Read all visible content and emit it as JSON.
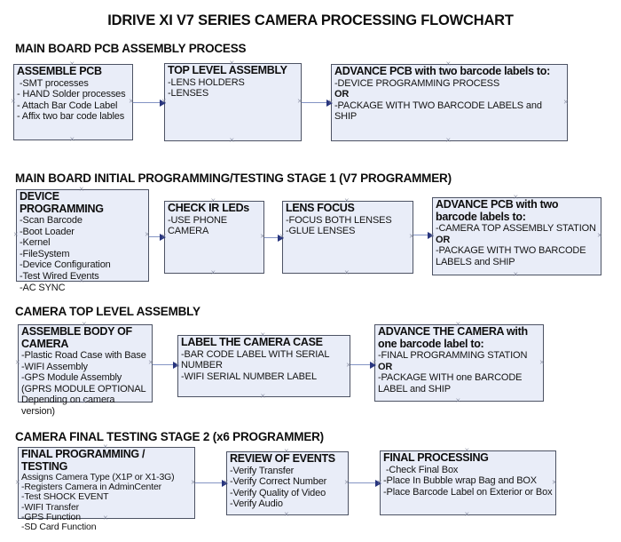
{
  "page": {
    "title": "IDRIVE XI V7 SERIES CAMERA PROCESSING FLOWCHART"
  },
  "colors": {
    "box_fill": "#e9edf8",
    "box_border": "#4d5364",
    "arrow_line": "#8494c4",
    "arrow_head": "#28357e",
    "handle": "#80869a",
    "text": "#111111"
  },
  "sections": [
    {
      "heading": "MAIN BOARD PCB ASSEMBLY PROCESS",
      "boxes": [
        {
          "title": "ASSEMBLE PCB",
          "lines": [
            " -SMT processes",
            "- HAND Solder processes",
            "- Attach Bar Code Label",
            "- Affix two bar code lables"
          ]
        },
        {
          "title": "TOP LEVEL ASSEMBLY",
          "lines": [
            "-LENS HOLDERS",
            "-LENSES"
          ]
        },
        {
          "title": "ADVANCE PCB with two barcode labels to:",
          "lines": [
            "-DEVICE PROGRAMMING PROCESS",
            "OR",
            "-PACKAGE WITH TWO BARCODE LABELS and SHIP"
          ]
        }
      ]
    },
    {
      "heading": "MAIN BOARD INITIAL PROGRAMMING/TESTING STAGE 1 (V7 PROGRAMMER)",
      "boxes": [
        {
          "title": "DEVICE PROGRAMMING",
          "lines": [
            "-Scan Barcode",
            "-Boot Loader",
            "-Kernel",
            "-FileSystem",
            "-Device Configuration",
            "-Test Wired Events",
            "-AC SYNC"
          ]
        },
        {
          "title": "CHECK IR LEDs",
          "lines": [
            "-USE PHONE CAMERA"
          ]
        },
        {
          "title": "LENS FOCUS",
          "lines": [
            "-FOCUS BOTH LENSES",
            "-GLUE LENSES"
          ]
        },
        {
          "title": "ADVANCE PCB with two barcode labels to:",
          "lines": [
            "-CAMERA TOP ASSEMBLY STATION",
            "OR",
            "-PACKAGE WITH TWO BARCODE LABELS and SHIP"
          ]
        }
      ]
    },
    {
      "heading": "CAMERA TOP LEVEL ASSEMBLY",
      "boxes": [
        {
          "title": "ASSEMBLE BODY OF CAMERA",
          "lines": [
            "-Plastic Road Case with Base",
            "-WIFI Assembly",
            "-GPS Module Assembly",
            "(GPRS MODULE OPTIONAL",
            "Depending on camera version)"
          ]
        },
        {
          "title": "LABEL THE CAMERA CASE",
          "lines": [
            "-BAR CODE LABEL WITH SERIAL NUMBER",
            "-WIFI SERIAL NUMBER LABEL"
          ]
        },
        {
          "title": "ADVANCE THE CAMERA with one barcode label to:",
          "lines": [
            "-FINAL PROGRAMMING STATION",
            "OR",
            "-PACKAGE WITH one BARCODE LABEL and SHIP"
          ]
        }
      ]
    },
    {
      "heading": "CAMERA FINAL TESTING STAGE 2 (x6 PROGRAMMER)",
      "boxes": [
        {
          "title": "FINAL PROGRAMMING / TESTING",
          "lines": [
            "Assigns Camera Type (X1P or X1-3G)",
            "-Registers Camera in AdminCenter",
            "-Test SHOCK EVENT",
            "-WIFI Transfer",
            "-GPS Function",
            "-SD Card Function"
          ]
        },
        {
          "title": "REVIEW OF EVENTS",
          "lines": [
            "-Verify Transfer",
            "-Verify Correct Number",
            "-Verify Quality of Video",
            "-Verify Audio"
          ]
        },
        {
          "title": "FINAL PROCESSING",
          "lines": [
            " -Check Final Box",
            "-Place In Bubble wrap Bag and BOX",
            "-Place Barcode Label on Exterior or Box"
          ]
        }
      ]
    }
  ]
}
